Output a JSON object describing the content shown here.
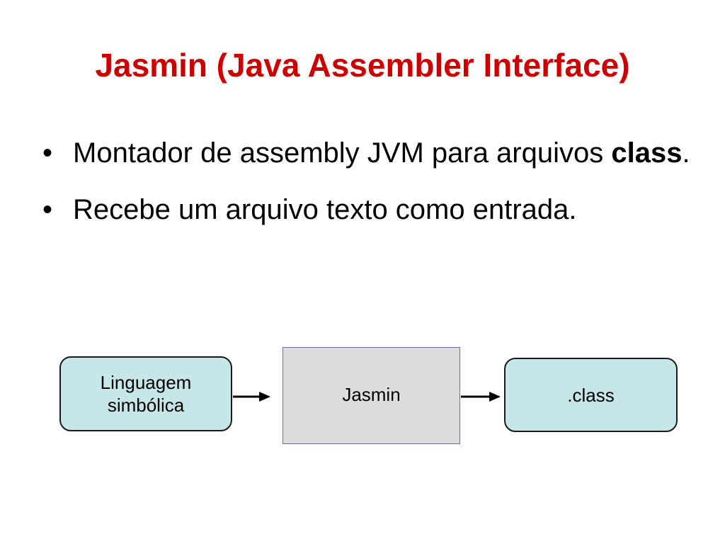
{
  "slide": {
    "title": "Jasmin (Java Assembler Interface)",
    "title_color": "#cc0000",
    "bullets": [
      {
        "text_before": "Montador de assembly JVM para arquivos ",
        "bold": "class",
        "text_after": "."
      },
      {
        "text": "Recebe um arquivo texto como entrada."
      }
    ],
    "bullet_glyph": "•"
  },
  "diagram": {
    "nodes": [
      {
        "id": "source",
        "line1": "Linguagem",
        "line2": "simbólica",
        "fill": "#c6e6e8"
      },
      {
        "id": "assembler",
        "label": "Jasmin",
        "fill": "#dddddd"
      },
      {
        "id": "output",
        "label": ".class",
        "fill": "#c6e6e8"
      }
    ],
    "edges": [
      {
        "from": "source",
        "to": "assembler"
      },
      {
        "from": "assembler",
        "to": "output"
      }
    ]
  }
}
